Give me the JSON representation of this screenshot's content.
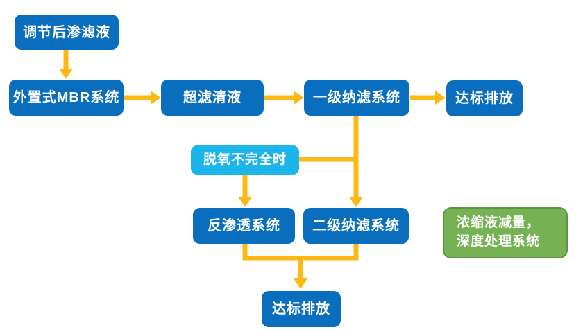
{
  "diagram": {
    "nodes": {
      "adjusted_leachate": {
        "label": "调节后渗滤液"
      },
      "external_mbr_system": {
        "label": "外置式MBR系统"
      },
      "uf_clear_liquid": {
        "label": "超滤清液"
      },
      "nf_stage1_system": {
        "label": "一级纳滤系统"
      },
      "discharge_top": {
        "label": "达标排放"
      },
      "deoxygenation_incomplete": {
        "label": "脱氧不完全时"
      },
      "reverse_osmosis_system": {
        "label": "反渗透系统"
      },
      "nf_stage2_system": {
        "label": "二级纳滤系统"
      },
      "discharge_bottom": {
        "label": "达标排放"
      },
      "concentrate_reduction": {
        "label": "浓缩液减量，\n深度处理系统"
      }
    },
    "colors": {
      "process_box_blue": "#0A6EBE",
      "condition_box_light_blue": "#1BB5EA",
      "annotation_box_green": "#76B253",
      "annotation_box_green_border": "#5D9440",
      "arrow_yellow": "#FDB813",
      "text": "#FFFFFF",
      "background": "#FFFFFF"
    }
  }
}
